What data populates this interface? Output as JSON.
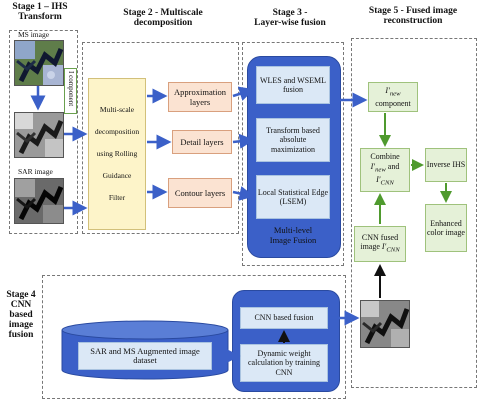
{
  "stage1": {
    "title_line1": "Stage 1 – IHS",
    "title_line2": "Transform",
    "ms_label": "MS image",
    "i_component": "I component",
    "sar_label": "SAR image"
  },
  "stage2": {
    "title_line1": "Stage 2 - Multiscale",
    "title_line2": "decomposition",
    "rgf_line1": "Multi-scale",
    "rgf_line2": "decomposition",
    "rgf_line3": "using Rolling",
    "rgf_line4": "Guidance",
    "rgf_line5": "Filter",
    "approx": "Approximation layers",
    "detail": "Detail layers",
    "contour": "Contour layers"
  },
  "stage3": {
    "title_line1": "Stage 3 -",
    "title_line2": "Layer-wise fusion",
    "box1": "WLES and WSEML fusion",
    "box2": "Transform based absolute maximization",
    "box3": "Local Statistical Edge (LSEM)",
    "caption_line1": "Multi-level",
    "caption_line2": "Image Fusion"
  },
  "stage5": {
    "title_line1": "Stage 5 - Fused image",
    "title_line2": "reconstruction",
    "new_comp_main": "I′",
    "new_comp_sub": "new",
    "new_comp_word": "component",
    "combine_word": "Combine",
    "and_word": "and",
    "cnn_sub": "CNN",
    "inverse": "Inverse IHS",
    "enhanced": "Enhanced color image",
    "cnn_fused_line1": "CNN fused",
    "cnn_fused_line2": "image"
  },
  "stage4": {
    "title_line1": "Stage 4",
    "title_line2": "CNN",
    "title_line3": "based",
    "title_line4": "image",
    "title_line5": "fusion",
    "dataset": "SAR and MS Augmented image dataset",
    "cnn_fusion": "CNN based fusion",
    "dynamic": "Dynamic weight calculation by training CNN"
  }
}
